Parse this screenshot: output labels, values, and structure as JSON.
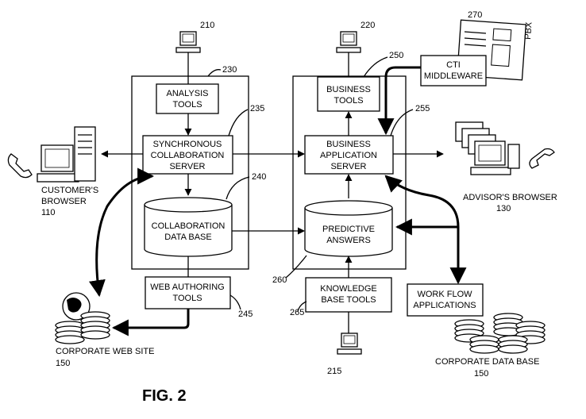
{
  "figure_label": "FIG. 2",
  "boxes": {
    "analysis_tools": [
      "ANALYSIS",
      "TOOLS"
    ],
    "sync_collab_server": [
      "SYNCHRONOUS",
      "COLLABORATION",
      "SERVER"
    ],
    "collab_db": [
      "COLLABORATION",
      "DATA BASE"
    ],
    "web_authoring": [
      "WEB AUTHORING",
      "TOOLS"
    ],
    "business_tools": [
      "BUSINESS",
      "TOOLS"
    ],
    "business_app_server": [
      "BUSINESS",
      "APPLICATION",
      "SERVER"
    ],
    "predictive_answers": [
      "PREDICTIVE",
      "ANSWERS"
    ],
    "kb_tools": [
      "KNOWLEDGE",
      "BASE TOOLS"
    ],
    "cti_middleware": [
      "CTI",
      "MIDDLEWARE"
    ],
    "workflow_apps": [
      "WORK FLOW",
      "APPLICATIONS"
    ]
  },
  "labels": {
    "customers_browser": [
      "CUSTOMER'S",
      "BROWSER"
    ],
    "customers_browser_ref": "110",
    "advisors_browser": "ADVISOR'S BROWSER",
    "advisors_browser_ref": "130",
    "corporate_web_site": "CORPORATE WEB SITE",
    "corporate_web_site_ref": "150",
    "corporate_data_base": "CORPORATE DATA BASE",
    "corporate_data_base_ref": "150",
    "pbx": "PBX"
  },
  "refs": {
    "r210": "210",
    "r220": "220",
    "r230": "230",
    "r235": "235",
    "r240": "240",
    "r245": "245",
    "r250": "250",
    "r255": "255",
    "r260": "260",
    "r265": "265",
    "r270": "270",
    "r215": "215"
  }
}
